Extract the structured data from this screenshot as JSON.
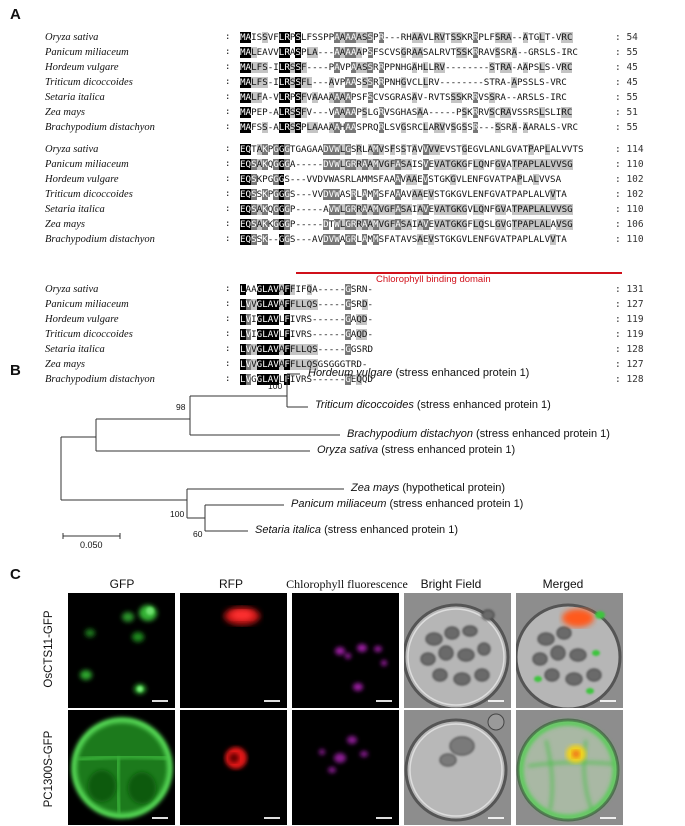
{
  "panels": {
    "a": "A",
    "b": "B",
    "c": "C"
  },
  "alignment": {
    "blocks": [
      {
        "rows": [
          {
            "species": "Oryza sativa",
            "seq": "MAISSVFLRPSLFSSPPAAAAASSPR---RHAAVLRVTSSKRRPLFSRA--ATGLT-VRC",
            "end": "54"
          },
          {
            "species": "Panicum miliaceum",
            "seq": "MALEAVVLRASPLA---AAAAAPSFSCVSGRAASALRVTSSKRRAVSSRA--GRSLS-IRC",
            "end": "55"
          },
          {
            "species": "Hordeum vulgare",
            "seq": "MALFS-ILRSSF----PAVPAASSRRPPNHGAHLLRV--------STRA-AAPSLS-VRC",
            "end": "45"
          },
          {
            "species": "Triticum dicoccoides",
            "seq": "MALFS-ILRSSFL---AVPAASSSRRPNHGVCLLRV--------STRA-APSSLS-VRC",
            "end": "45"
          },
          {
            "species": "Setaria italica",
            "seq": "MALFA-VLRPSFVAAAAAAAPSFSCVSGRASAV-RVTSSSKRRVSSRA--ARSLS-IRC",
            "end": "55"
          },
          {
            "species": "Zea mays",
            "seq": "MAPEP-ALRSSFV---VAAAAPSLGRVSGHASAA-----PSKRRVSCRAVSSRSLSLIRC",
            "end": "51"
          },
          {
            "species": "Brachypodium distachyon",
            "seq": "MAFSS-ALRSSPLAAAAAHAASPRQRLSVGSRCLARVVSGSSR---SSRA-AARALS-VRC",
            "end": "55"
          }
        ]
      },
      {
        "rows": [
          {
            "species": "Oryza sativa",
            "seq": "EQTAKPGGGTGAGAADVWLGSRLAMVSFSSTAVVVVEVSTGEGVLANLGVATPAPLALVVTS",
            "end": "114"
          },
          {
            "species": "Panicum miliaceum",
            "seq": "EQSAKQGGGA-----DVWLGRRAAMVGFASAISVEVATGKGFLQNFGVATPAPLALVVSG",
            "end": "110"
          },
          {
            "species": "Hordeum vulgare",
            "seq": "EQSKPGGGS---VVDVWASRLAMMSFAAAVAAEVSTGKGVLENFGVATPAPLALVVSA",
            "end": "102"
          },
          {
            "species": "Triticum dicoccoides",
            "seq": "EQSSKPGGGS---VVDVWASRLAMMSFAAAVAAEVSTGKGVLENFGVATPAPLALVVTA",
            "end": "102"
          },
          {
            "species": "Setaria italica",
            "seq": "EQSAKQGGGP-----AVWLGRRAAMVGFASAIAVEVATGKGVLQNFGVATPAPLALVVSG",
            "end": "110"
          },
          {
            "species": "Zea mays",
            "seq": "EQSAKKGGGP-----DTWLGRRAAMVGFASAIAVEVATGKGFLQSLGVGTPAPLALAVSG",
            "end": "106"
          },
          {
            "species": "Brachypodium distachyon",
            "seq": "EQSSK--GGS---AVDVWAGRLAMMSFATAVSAEVSTGKGVLENFGVATPAPLALVVTA",
            "end": "110"
          }
        ],
        "domain_label": "Chlorophyll binding domain"
      },
      {
        "rows": [
          {
            "species": "Oryza sativa",
            "seq": "LAAGLAVAFFIFQA-----GSRN-",
            "end": "131"
          },
          {
            "species": "Panicum miliaceum",
            "seq": "LVVGLAVAFFLLQS-----GSRD-",
            "end": "127"
          },
          {
            "species": "Hordeum vulgare",
            "seq": "LVIGLAVLFIVRS------GAQD-",
            "end": "119"
          },
          {
            "species": "Triticum dicoccoides",
            "seq": "LVIGLAVLFIVRS------GAQD-",
            "end": "119"
          },
          {
            "species": "Setaria italica",
            "seq": "LVVGLAVAFFLLQS-----GGSRD",
            "end": "128"
          },
          {
            "species": "Zea mays",
            "seq": "LVVGLAVAFFLLQSGSGGGTRD-",
            "end": "127"
          },
          {
            "species": "Brachypodium distachyon",
            "seq": "LVGGLAVLFIVRS------GEQQD",
            "end": "128"
          }
        ]
      }
    ]
  },
  "tree": {
    "leaves": [
      {
        "species": "Hordeum vulgare",
        "desc": "(stress enhanced protein 1)"
      },
      {
        "species": "Triticum dicoccoides",
        "desc": "(stress enhanced protein 1)"
      },
      {
        "species": "Brachypodium distachyon",
        "desc": "(stress enhanced protein 1)"
      },
      {
        "species": "Oryza sativa",
        "desc": "(stress enhanced protein 1)"
      },
      {
        "species": "Zea mays",
        "desc": "(hypothetical protein)"
      },
      {
        "species": "Panicum miliaceum",
        "desc": "(stress enhanced protein 1)"
      },
      {
        "species": "Setaria italica",
        "desc": "(stress enhanced protein 1)"
      }
    ],
    "bootstrap": [
      "100",
      "98",
      "100",
      "60"
    ],
    "scale": "0.050"
  },
  "microscopy": {
    "columns": [
      "GFP",
      "RFP",
      "Chlorophyll fluorescence",
      "Bright Field",
      "Merged"
    ],
    "rows": [
      "OsCTS11-GFP",
      "PC1300S-GFP"
    ]
  }
}
